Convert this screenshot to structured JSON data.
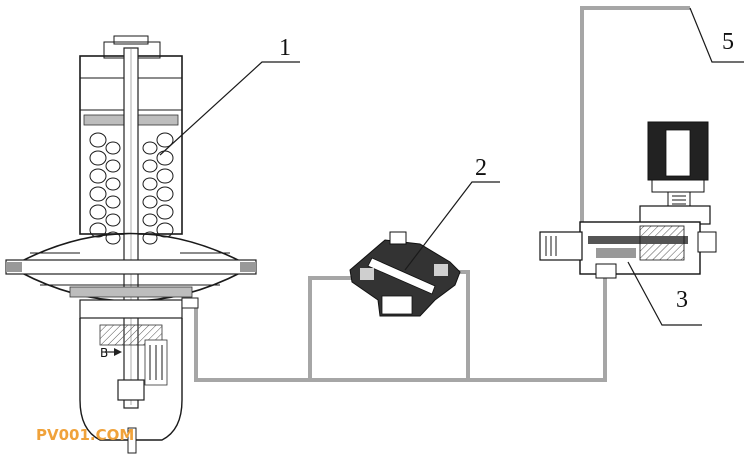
{
  "callouts": {
    "c1": "1",
    "c2": "2",
    "c3": "3",
    "c5": "5",
    "b_label": "B"
  },
  "watermark": "PV001.COM",
  "colors": {
    "pipe": "#a6a6a6",
    "ink": "#1a1a1a",
    "watermark": "#f0a23a"
  },
  "icons": {
    "main_valve": "pressure-regulator-valve",
    "pilot": "pilot-valve",
    "solenoid": "solenoid-valve"
  }
}
